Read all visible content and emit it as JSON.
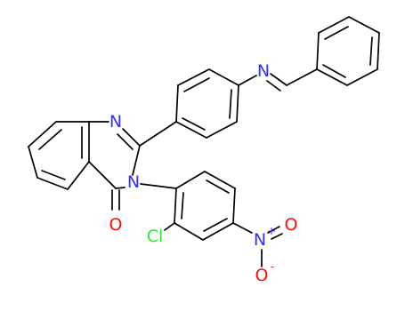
{
  "molecule": {
    "atoms": {
      "n1": {
        "symbol": "N",
        "color": "#3030ff"
      },
      "n3": {
        "symbol": "N",
        "color": "#3030ff"
      },
      "o4": {
        "symbol": "O",
        "color": "#ff0d0d"
      },
      "n_imine": {
        "symbol": "N",
        "color": "#3030ff"
      },
      "cl": {
        "symbol": "Cl",
        "color": "#1ff01f"
      },
      "n_nitro": {
        "symbol": "N",
        "color": "#3030ff"
      },
      "o_nitro_a": {
        "symbol": "O",
        "color": "#ff0d0d"
      },
      "o_nitro_b": {
        "symbol": "O",
        "color": "#ff0d0d"
      }
    },
    "charges": {
      "n_nitro": "+",
      "o_nitro_b": "-"
    }
  }
}
